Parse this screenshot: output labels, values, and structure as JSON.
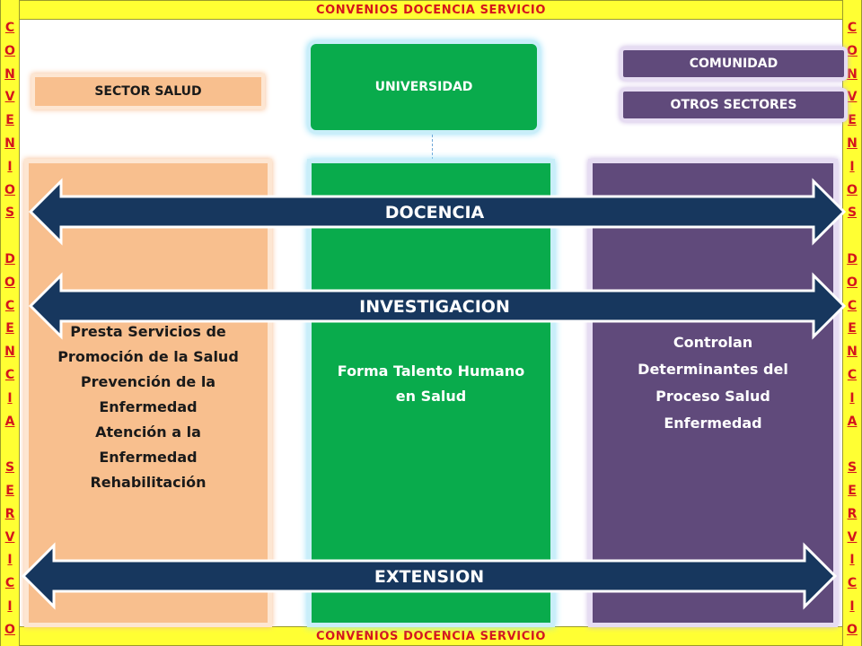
{
  "frame": {
    "top_title": "CONVENIOS DOCENCIA SERVICIO",
    "bottom_title": "CONVENIOS DOCENCIA SERVICIO",
    "side_words": [
      "CONVENIOS",
      "DOCENCIA",
      "SERVICIO"
    ],
    "color": "#ffff33",
    "text_color": "#d4141c"
  },
  "labels": {
    "sector_salud": "SECTOR SALUD",
    "universidad": "UNIVERSIDAD",
    "comunidad": "COMUNIDAD",
    "otros_sectores": "OTROS SECTORES"
  },
  "columns": {
    "sector_salud": {
      "lines": [
        "Presta Servicios  de",
        "Promoción de la Salud",
        "Prevención de la",
        "Enfermedad",
        "Atención a la",
        "Enfermedad",
        "Rehabilitación"
      ],
      "color": "#f8bf8e"
    },
    "universidad": {
      "lines": [
        "Forma Talento Humano",
        "en Salud"
      ],
      "color": "#09ab4c"
    },
    "comunidad": {
      "lines": [
        "Controlan",
        "Determinantes del",
        "Proceso Salud",
        "Enfermedad"
      ],
      "color": "#604a7b"
    }
  },
  "arrows": {
    "docencia": "DOCENCIA",
    "investigacion": "INVESTIGACION",
    "extension": "EXTENSION",
    "color": "#17375e"
  }
}
